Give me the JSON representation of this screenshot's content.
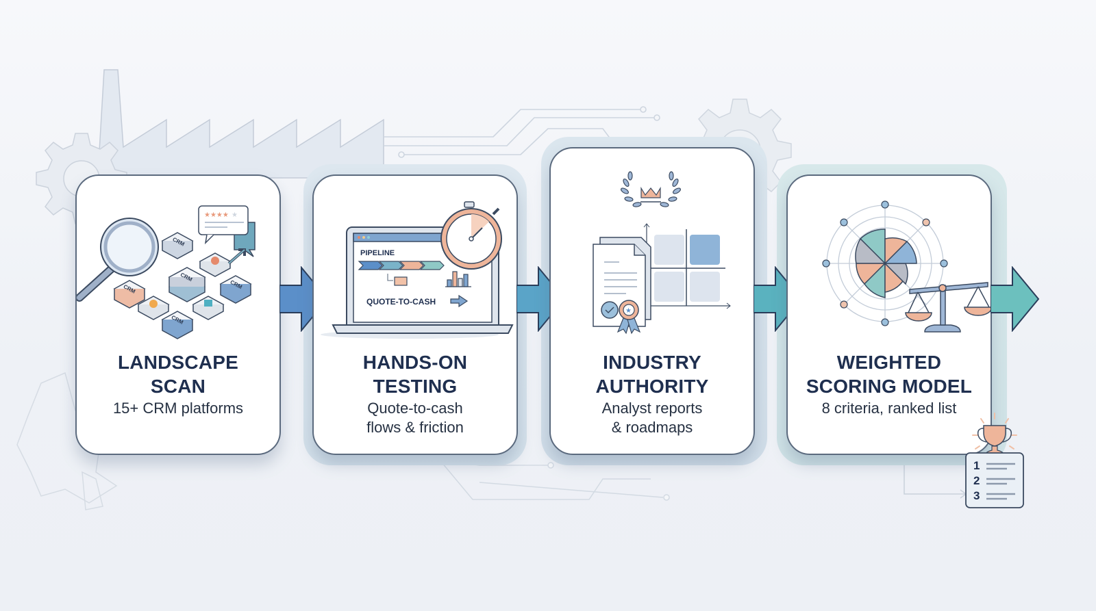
{
  "diagram": {
    "type": "process-flow",
    "steps": [
      {
        "title_line1": "LANDSCAPE",
        "title_line2": "SCAN",
        "subtitle_line1": "15+ CRM platforms",
        "subtitle_line2": "",
        "illustration": {
          "icon": "magnifier-crm-tiles-icon",
          "tile_labels": [
            "CRM",
            "CRM",
            "CRM",
            "CRM",
            "CRM"
          ],
          "review_stars": 4,
          "review_stars_max": 5
        }
      },
      {
        "title_line1": "HANDS-ON",
        "title_line2": "TESTING",
        "subtitle_line1": "Quote-to-cash",
        "subtitle_line2": "flows & friction",
        "illustration": {
          "icon": "laptop-stopwatch-icon",
          "screen_heading": "PIPELINE",
          "screen_footer": "QUOTE-TO-CASH"
        }
      },
      {
        "title_line1": "INDUSTRY",
        "title_line2": "AUTHORITY",
        "subtitle_line1": "Analyst reports",
        "subtitle_line2": "& roadmaps",
        "illustration": {
          "icon": "report-quadrant-laurel-icon"
        }
      },
      {
        "title_line1": "WEIGHTED",
        "title_line2": "SCORING MODEL",
        "subtitle_line1": "8 criteria, ranked list",
        "subtitle_line2": "",
        "illustration": {
          "icon": "radar-scale-icon"
        }
      }
    ],
    "result": {
      "icon": "trophy-ranked-list-icon",
      "ranks": [
        "1",
        "2",
        "3"
      ]
    },
    "connectors": [
      "arrow-right",
      "arrow-right",
      "arrow-right",
      "arrow-right"
    ]
  },
  "colors": {
    "title": "#1f2f4f",
    "card_border": "#5b6a7e",
    "arrow_1": "#5b8fc9",
    "arrow_2": "#5aa4c8",
    "arrow_3": "#5ab2bf",
    "arrow_4": "#6cc0be",
    "accent_peach": "#eeb59a",
    "accent_blue": "#86aed2",
    "accent_teal": "#8fc9c6"
  }
}
